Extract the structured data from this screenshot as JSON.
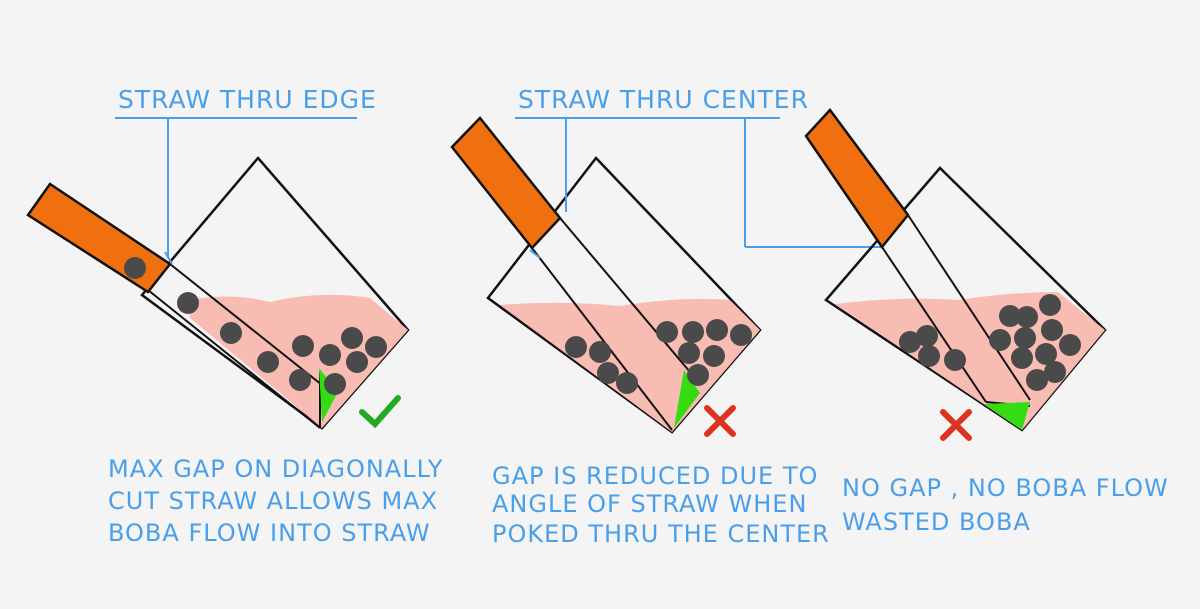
{
  "labels": {
    "edge": "STRAW THRU EDGE",
    "center": "STRAW THRU CENTER"
  },
  "captions": {
    "panel1": [
      "MAX GAP ON DIAGONALLY",
      "CUT STRAW ALLOWS MAX",
      "BOBA FLOW INTO STRAW"
    ],
    "panel2": [
      "GAP IS REDUCED DUE TO",
      "ANGLE OF STRAW WHEN",
      "POKED THRU THE CENTER"
    ],
    "panel3": [
      "NO GAP , NO BOBA FLOW",
      "WASTED BOBA"
    ]
  },
  "marks": {
    "panel1": "check",
    "panel2": "cross",
    "panel3": "cross"
  },
  "colors": {
    "annotation": "#4a9fe8",
    "straw": "#f07010",
    "tea": "#f8bcb2",
    "boba": "#4a4a4a",
    "gap": "#33dd11",
    "check": "#22aa22",
    "cross": "#dd3322"
  }
}
